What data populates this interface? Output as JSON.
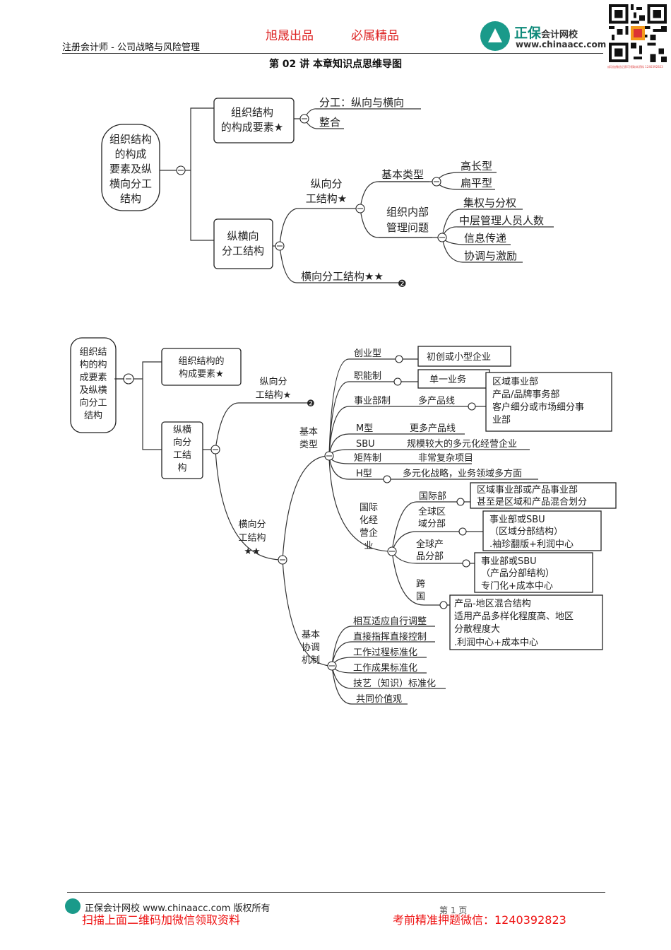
{
  "header": {
    "subtitle": "注册会计师 - 公司战略与风险管理",
    "slogan_left": "旭晟出品",
    "slogan_right": "必属精品",
    "logo_name": "正保",
    "logo_suffix": "会计网校",
    "logo_url": "www.chinaacc.com",
    "qr_note": "成功加微信后即可领取本资料    1240392823"
  },
  "doc_title": "第 02 讲   本章知识点思维导图",
  "map1": {
    "root": "组织结构|的构成|要素及纵|横向分工|结构",
    "b1": "组织结构|的构成要素★",
    "b1_items": [
      "分工：纵向与横向",
      "整合"
    ],
    "b2": "纵横向|分工结构",
    "vertical": "纵向分|工结构★",
    "basic_types": "基本类型",
    "basic_items": [
      "高长型",
      "扁平型"
    ],
    "internal": "组织内部|管理问题",
    "internal_items": [
      "集权与分权",
      "中层管理人员人数",
      "信息传递",
      "协调与激励"
    ],
    "horizontal": "横向分工结构★★",
    "link_mark": "❷"
  },
  "map2": {
    "root": "组织结|构的构|成要素|及纵横|向分工|结构",
    "b1": "组织结构的|构成要素★",
    "b2": "纵横|向分|工结|构",
    "vertical": "纵向分|工结构★",
    "link_mark": "❷",
    "horizontal": "横向分|工结构|★★",
    "basic_types": "基本|类型",
    "types": [
      {
        "name": "创业型",
        "desc": "初创或小型企业"
      },
      {
        "name": "职能制",
        "desc": "单一业务"
      },
      {
        "name": "事业部制",
        "desc": "多产品线"
      },
      {
        "name": "M型",
        "desc": "更多产品线"
      },
      {
        "name": "SBU",
        "desc": "规模较大的多元化经营企业"
      },
      {
        "name": "矩阵制",
        "desc": "非常复杂项目"
      },
      {
        "name": "H型",
        "desc": "多元化战略，业务领域多方面"
      }
    ],
    "division_box": [
      "区域事业部",
      "产品/品牌事务部",
      "客户细分或市场细分事",
      "业部"
    ],
    "intl": "国际|化经|营企|业",
    "intl_items": [
      {
        "name": "国际部",
        "box": [
          "区域事业部或产品事业部",
          "甚至是区域和产品混合划分"
        ]
      },
      {
        "name": "全球区|域分部",
        "box": [
          "事业部或SBU",
          "（区域分部结构）",
          ".袖珍翻版+利润中心"
        ]
      },
      {
        "name": "全球产|品分部",
        "box": [
          "事业部或SBU",
          "（产品分部结构）",
          "专门化+成本中心"
        ]
      },
      {
        "name": "跨|国",
        "box": [
          "产品-地区混合结构",
          "适用产品多样化程度高、地区",
          "分散程度大",
          ".利润中心+成本中心"
        ]
      }
    ],
    "coord": "基本|协调|机制",
    "coord_items": [
      "相互适应自行调整",
      "直接指挥直接控制",
      "工作过程标准化",
      "工作成果标准化",
      "技艺（知识）标准化",
      "共同价值观"
    ]
  },
  "footer": {
    "copyright": "正保会计网校 www.chinaacc.com 版权所有",
    "page": "第 1 页",
    "promo_left": "扫描上面二维码加微信领取资料",
    "promo_right": "考前精准押题微信：1240392823"
  }
}
